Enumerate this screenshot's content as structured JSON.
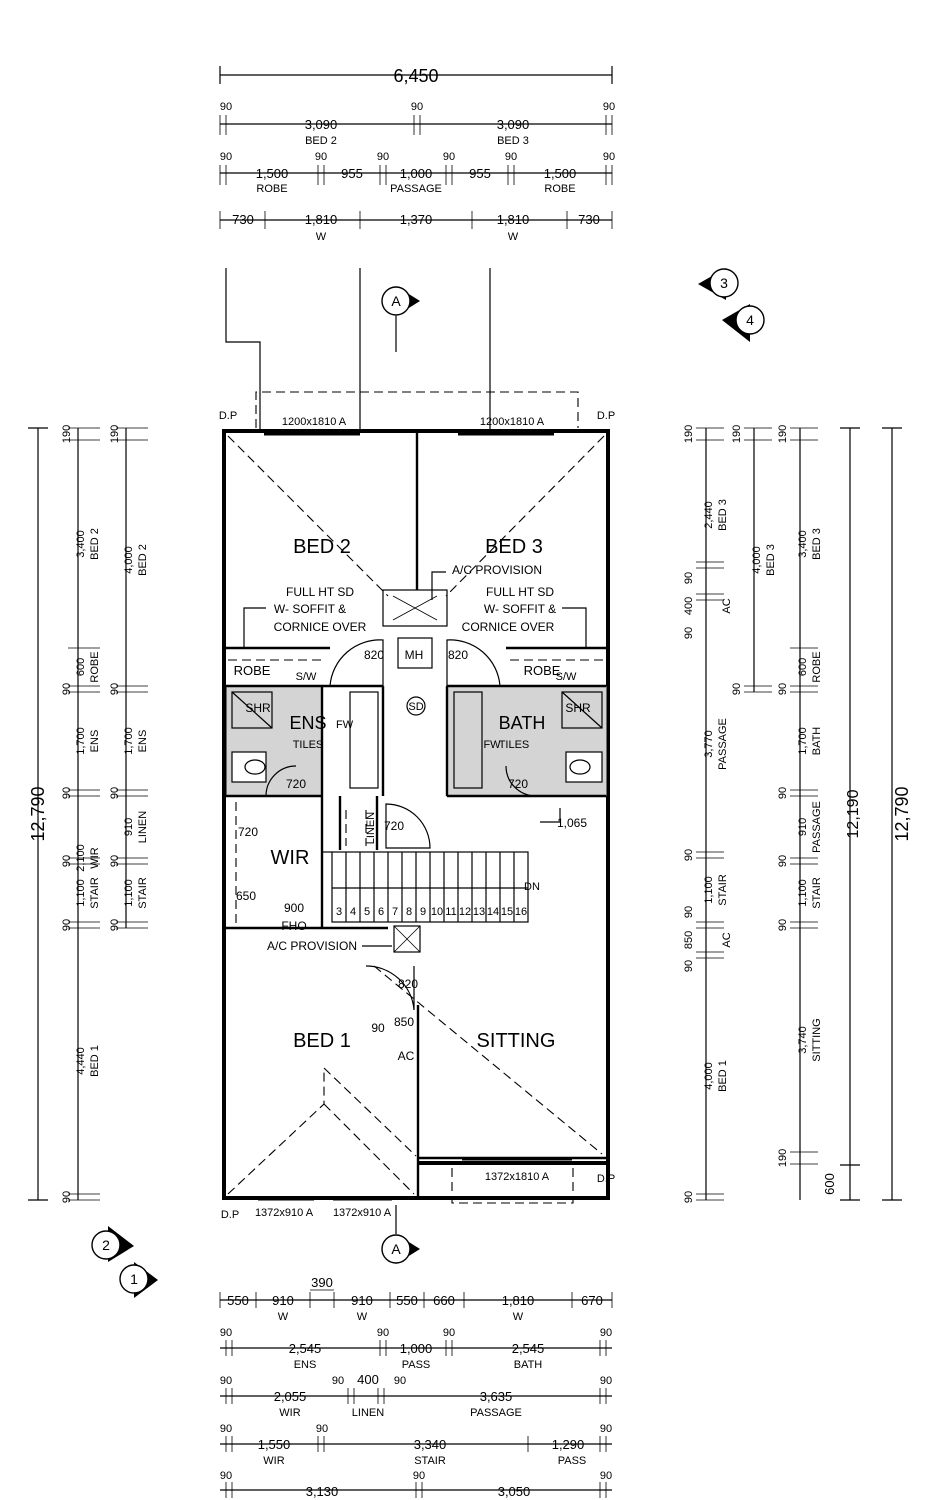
{
  "top_dims": {
    "overall": "6,450",
    "row1": [
      "90",
      "90",
      "90"
    ],
    "row1_sub": [
      "3,090",
      "3,090"
    ],
    "row1_names": [
      "BED 2",
      "BED 3"
    ],
    "row2_tops": [
      "90",
      "90",
      "90",
      "90",
      "90",
      "90"
    ],
    "row2": [
      "1,500",
      "955",
      "1,000",
      "955",
      "1,500"
    ],
    "row2_names": [
      "ROBE",
      "PASSAGE",
      "ROBE"
    ],
    "row3": [
      "730",
      "1,810",
      "1,370",
      "1,810",
      "730"
    ],
    "row3_names": [
      "W",
      "W"
    ]
  },
  "rooms": [
    "BED 2",
    "BED 3",
    "ENS",
    "BATH",
    "WIR",
    "BED 1",
    "SITTING",
    "ROBE",
    "ROBE"
  ],
  "notes": {
    "ac_provision_top": "A/C PROVISION",
    "sd_left": [
      "FULL HT SD",
      "W- SOFFIT &",
      "CORNICE OVER"
    ],
    "sd_right": [
      "FULL HT SD",
      "W- SOFFIT &",
      "CORNICE OVER"
    ],
    "ac_provision_bottom": "A/C PROVISION",
    "mh": "MH",
    "sd": "SD",
    "shr": "SHR",
    "fw": "FW",
    "tiles": "TILES",
    "linen": "LINEN",
    "fho": "FHO",
    "dn": "DN",
    "ac": "AC",
    "dp": "D.P",
    "stair_nums": [
      "3",
      "4",
      "5",
      "6",
      "7",
      "8",
      "9",
      "10",
      "11",
      "12",
      "13",
      "14",
      "15",
      "16"
    ],
    "door_820": "820",
    "door_720": "720",
    "d_900": "900",
    "d_650": "650",
    "d_1065": "1,065",
    "d_850": "850",
    "d_90": "90",
    "sw": "S/W"
  },
  "windows": {
    "top_left": "1200x1810 A",
    "top_right": "1200x1810 A",
    "bottom_right": "1372x1810 A",
    "bottom_left": "1372x910 A",
    "bottom_mid": "1372x910 A"
  },
  "markers": {
    "section_a": "A",
    "m1": "1",
    "m2": "2",
    "m3": "3",
    "m4": "4"
  },
  "left_dims": {
    "overall": "12,790",
    "col_a": [
      "190",
      "3,400",
      "600",
      "90",
      "1,700",
      "90",
      "2,100",
      "90",
      "1,100",
      "90",
      "4,440",
      "90"
    ],
    "col_a_names": [
      "BED 2",
      "ROBE",
      "ENS",
      "WIR",
      "STAIR",
      "BED 1"
    ],
    "col_b": [
      "190",
      "4,000",
      "90",
      "1,700",
      "90",
      "910",
      "90",
      "1,100",
      "90"
    ],
    "col_b_names": [
      "BED 2",
      "ENS",
      "LINEN",
      "STAIR"
    ]
  },
  "right_dims": {
    "overall": "12,790",
    "overall2": "12,190",
    "d600": "600",
    "col_a": [
      "190",
      "2,440",
      "90",
      "400",
      "90",
      "3,770",
      "90",
      "1,100",
      "90",
      "850",
      "90",
      "4,000",
      "90"
    ],
    "col_a_names": [
      "BED 3",
      "AC",
      "PASSAGE",
      "STAIR",
      "AC",
      "BED 1"
    ],
    "col_b": [
      "190",
      "4,000",
      "90"
    ],
    "col_b_names": [
      "BED 3"
    ],
    "col_c": [
      "190",
      "3,400",
      "600",
      "90",
      "1,700",
      "90",
      "910",
      "90",
      "1,100",
      "90",
      "3,740",
      "190"
    ],
    "col_c_names": [
      "BED 3",
      "ROBE",
      "BATH",
      "PASSAGE",
      "STAIR",
      "SITTING"
    ]
  },
  "bottom_dims": {
    "row1": [
      "550",
      "910",
      "390",
      "910",
      "550",
      "660",
      "1,810",
      "670"
    ],
    "row1_names": [
      "W",
      "W",
      "W"
    ],
    "row2": [
      "2,545",
      "1,000",
      "2,545"
    ],
    "row2_names": [
      "ENS",
      "PASS",
      "BATH"
    ],
    "row3": [
      "2,055",
      "400",
      "3,635"
    ],
    "row3_names": [
      "WIR",
      "LINEN",
      "PASSAGE"
    ],
    "row4": [
      "1,550",
      "3,340",
      "1,290"
    ],
    "row4_names": [
      "WIR",
      "STAIR",
      "PASS"
    ],
    "row5": [
      "3,130",
      "3,050"
    ],
    "ticks90": "90"
  }
}
